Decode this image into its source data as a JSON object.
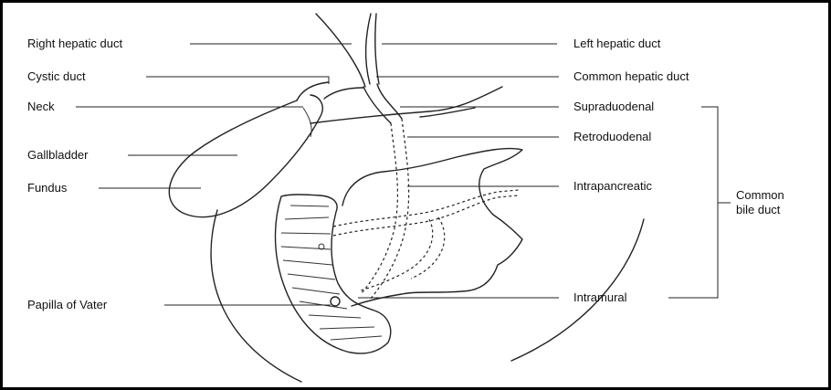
{
  "labels": {
    "right_hepatic_duct": "Right hepatic duct",
    "cystic_duct": "Cystic duct",
    "neck": "Neck",
    "gallbladder": "Gallbladder",
    "fundus": "Fundus",
    "papilla_of_vater": "Papilla of  Vater",
    "left_hepatic_duct": "Left hepatic duct",
    "common_hepatic_duct": "Common hepatic duct",
    "supraduodenal": "Supraduodenal",
    "retroduodenal": "Retroduodenal",
    "intrapancreatic": "Intrapancreatic",
    "intramural": "Intramural",
    "common_bile_duct_line1": "Common",
    "common_bile_duct_line2": "bile duct"
  }
}
